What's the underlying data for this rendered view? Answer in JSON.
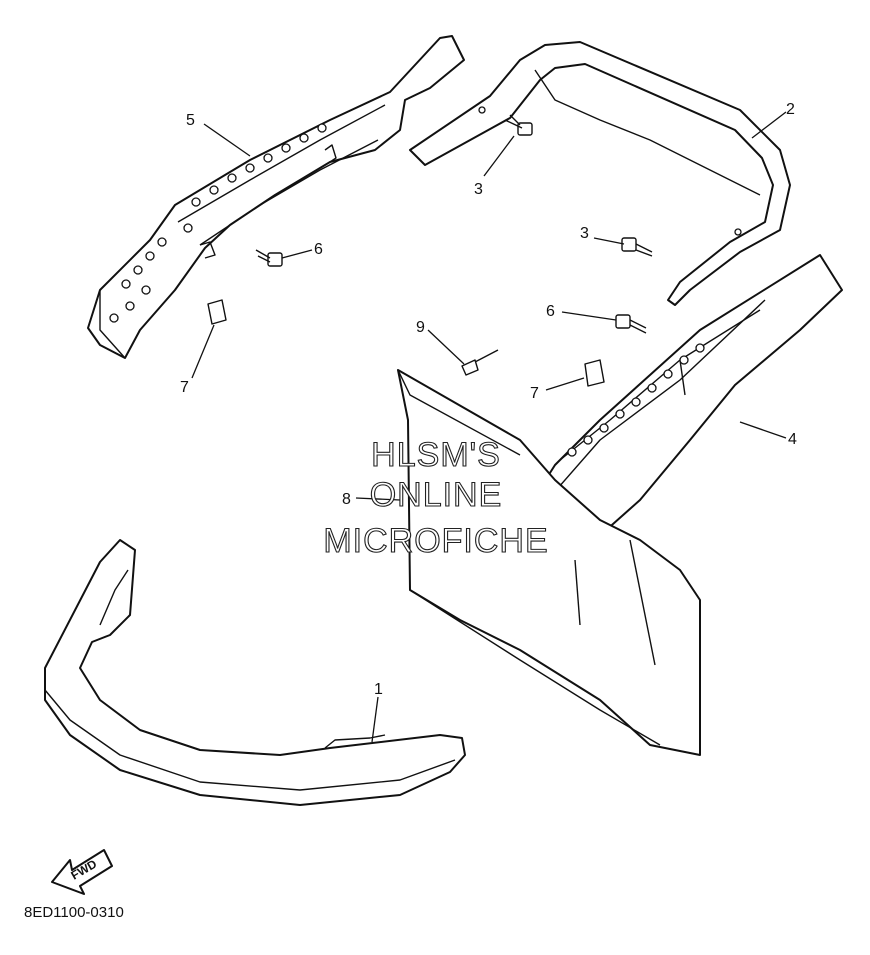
{
  "callouts": {
    "c1": "1",
    "c2": "2",
    "c3a": "3",
    "c3b": "3",
    "c4": "4",
    "c5": "5",
    "c6a": "6",
    "c6b": "6",
    "c7a": "7",
    "c7b": "7",
    "c8": "8",
    "c9": "9"
  },
  "watermark": {
    "line1": "HLSM'S",
    "line2": "ONLINE",
    "line3": "MICROFICHE"
  },
  "fwd_label": "FWD",
  "diagram_code": "8ED1100-0310"
}
